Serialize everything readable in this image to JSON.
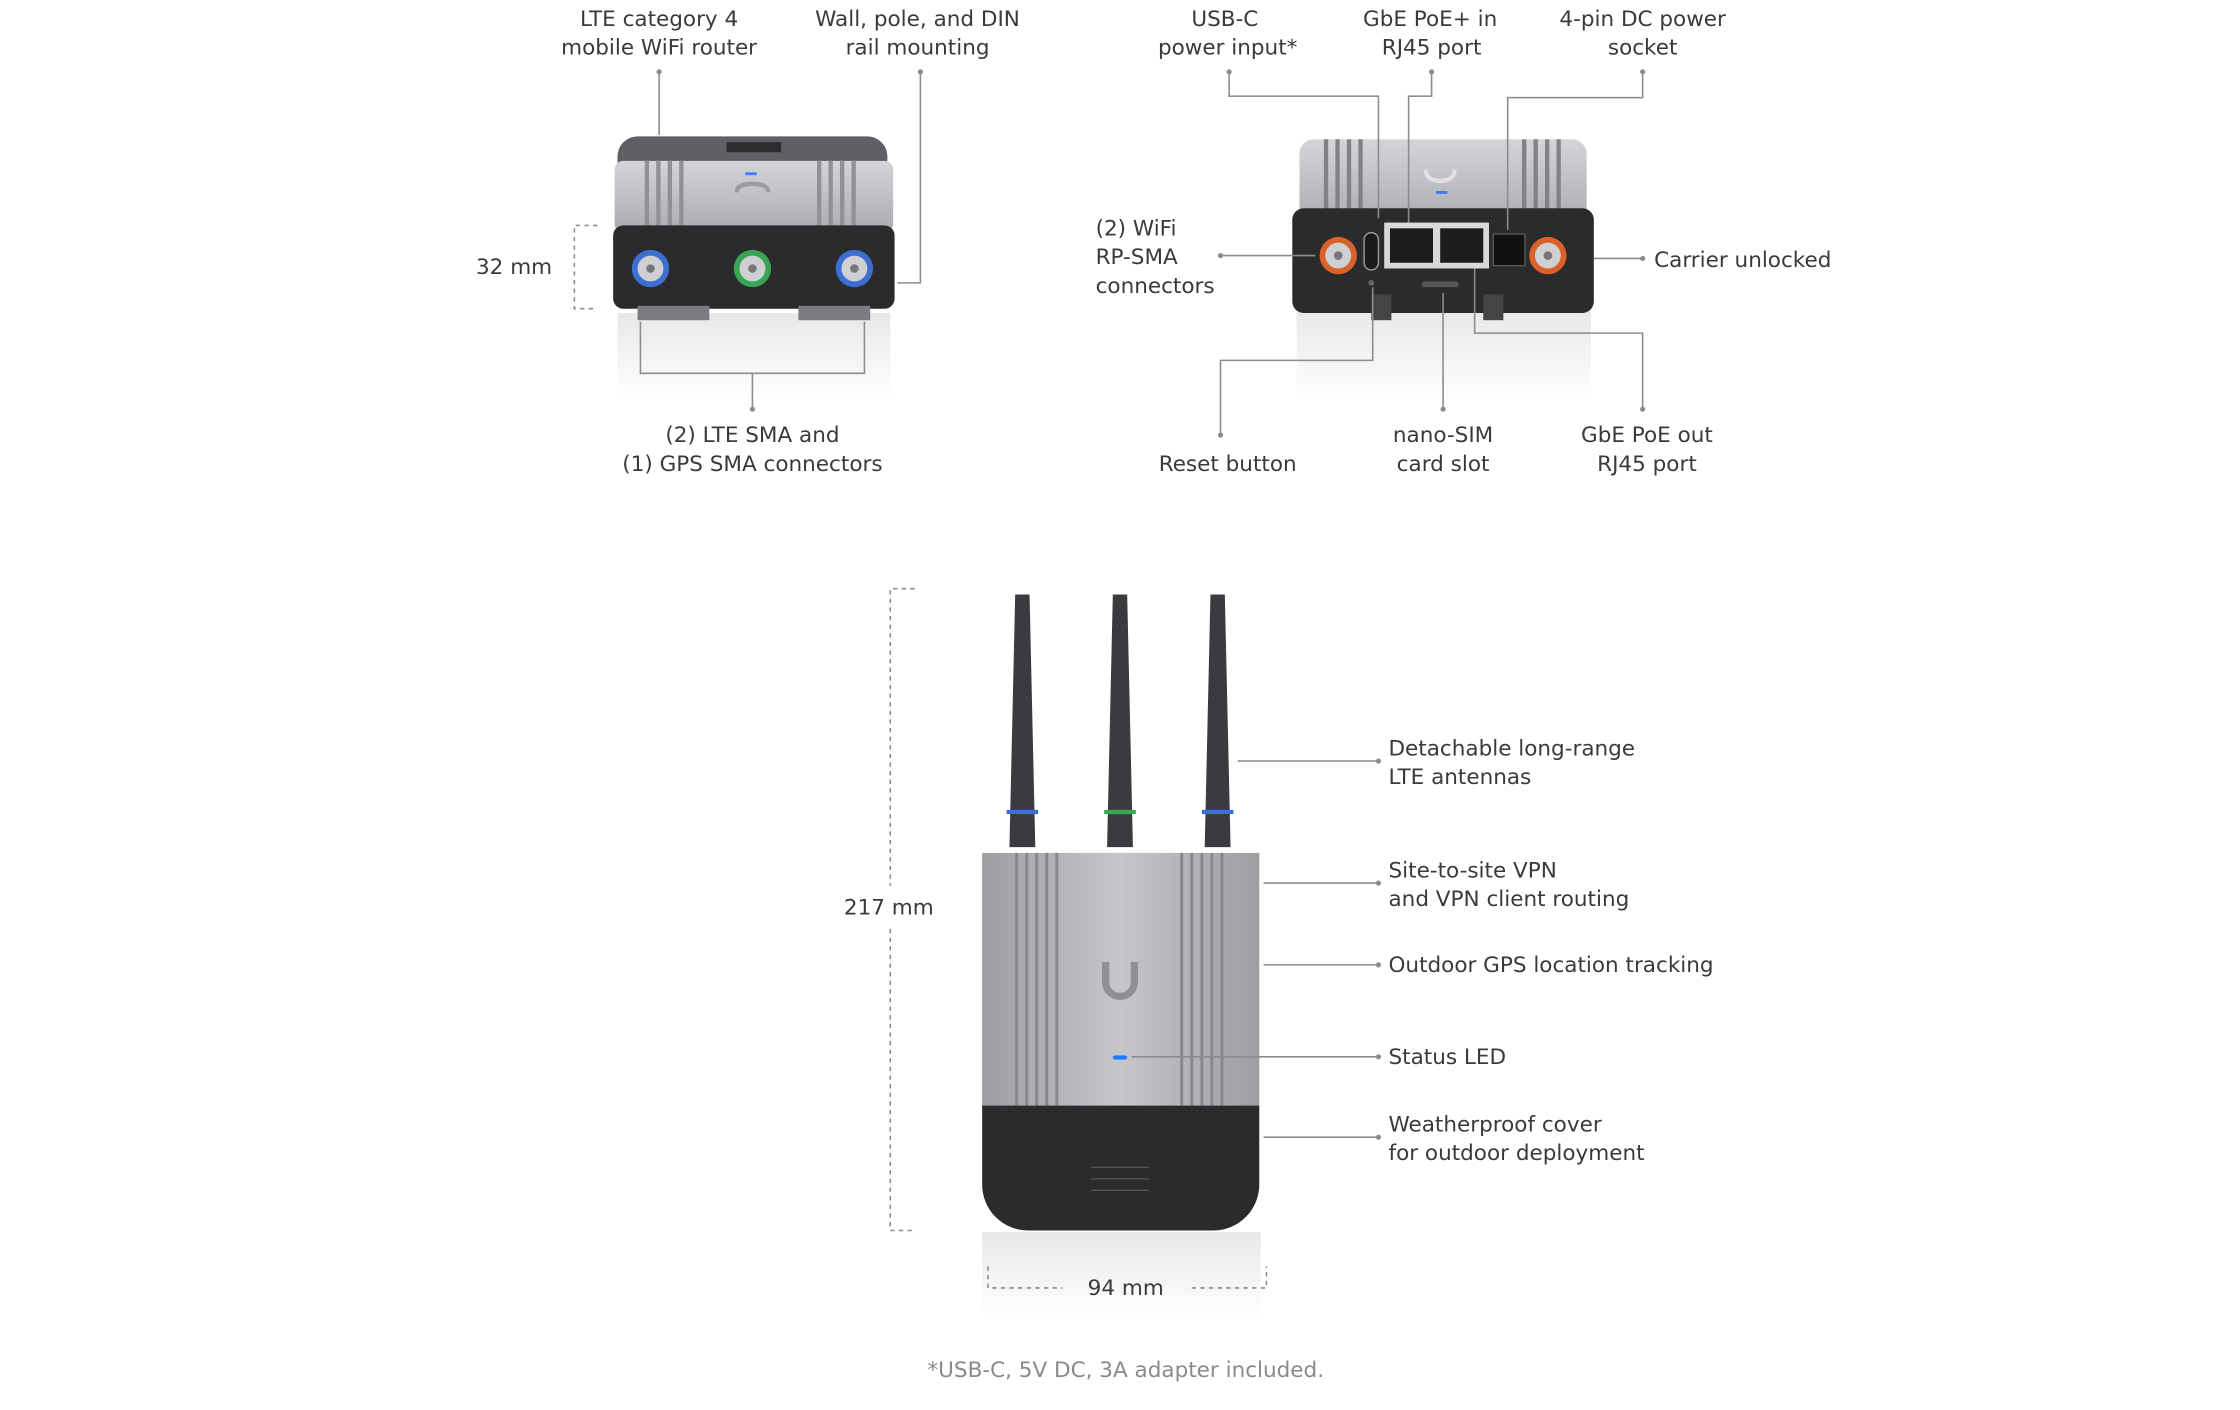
{
  "top_left_view": {
    "label_router": [
      "LTE category 4",
      "mobile WiFi router"
    ],
    "label_mounting": [
      "Wall, pole, and DIN",
      "rail mounting"
    ],
    "height_dimension": "32 mm",
    "label_connectors": [
      "(2) LTE SMA and",
      "(1) GPS SMA connectors"
    ]
  },
  "top_right_view": {
    "label_usbc": [
      "USB-C",
      "power input*"
    ],
    "label_poe_in": [
      "GbE PoE+ in",
      "RJ45 port"
    ],
    "label_dc": [
      "4-pin DC power",
      "socket"
    ],
    "label_wifi": [
      "(2) WiFi",
      "RP-SMA",
      "connectors"
    ],
    "label_carrier": "Carrier unlocked",
    "label_reset": "Reset button",
    "label_sim": [
      "nano-SIM",
      "card slot"
    ],
    "label_poe_out": [
      "GbE PoE out",
      "RJ45 port"
    ]
  },
  "front_view": {
    "height_dimension": "217 mm",
    "width_dimension": "94 mm",
    "label_antennas": [
      "Detachable long-range",
      "LTE antennas"
    ],
    "label_vpn": [
      "Site-to-site VPN",
      "and VPN client routing"
    ],
    "label_gps": "Outdoor GPS location tracking",
    "label_led": "Status LED",
    "label_cover": [
      "Weatherproof cover",
      "for outdoor deployment"
    ]
  },
  "footnote": "*USB-C, 5V DC, 3A adapter included.",
  "colors": {
    "lte_ring": "#3d6fd1",
    "gps_ring": "#3aa655",
    "wifi_ring": "#d9622b",
    "status_led": "#1e7bff",
    "body_silver": "#b9bbbf",
    "panel_black": "#2b2b2d"
  }
}
